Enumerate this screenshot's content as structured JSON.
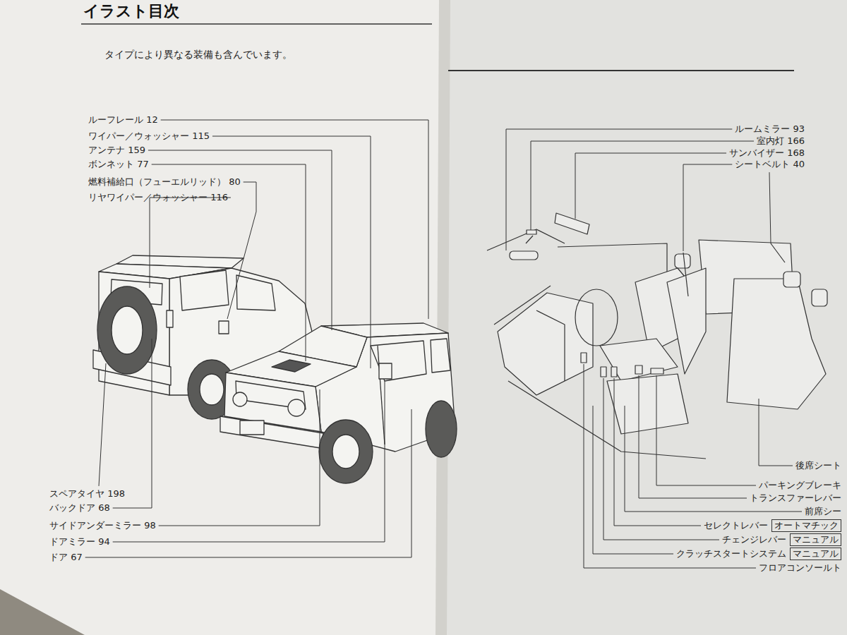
{
  "diagram": {
    "title": "イラスト目次",
    "nodes": [
      {
        "text": [
          "オートマチック"
        ]
      },
      {
        "text": [
          "マニュアル"
        ]
      },
      {
        "text": [
          "マニュアル"
        ]
      }
    ],
    "labels": [
      "タイプにより異なる装備も含んでいます。",
      "ルーフレール 12",
      "ワイパー／ウォッシャー 115",
      "アンテナ 159",
      "ボンネット 77",
      "燃料補給口（フューエルリッド） 80",
      "リヤワイパー／ウォッシャー 116",
      "スペアタイヤ 198",
      "バックドア 68",
      "サイドアンダーミラー 98",
      "ドアミラー 94",
      "ドア 67",
      "ルームミラー 93",
      "室内灯 166",
      "サンバイザー 168",
      "シートベルト 40",
      "後席シート",
      "パーキングブレーキ",
      "トランスファーレバー",
      "前席シー",
      "セレクトレバー",
      "チェンジレバー",
      "クラッチスタートシステム",
      "フロアコンソールト"
    ]
  }
}
